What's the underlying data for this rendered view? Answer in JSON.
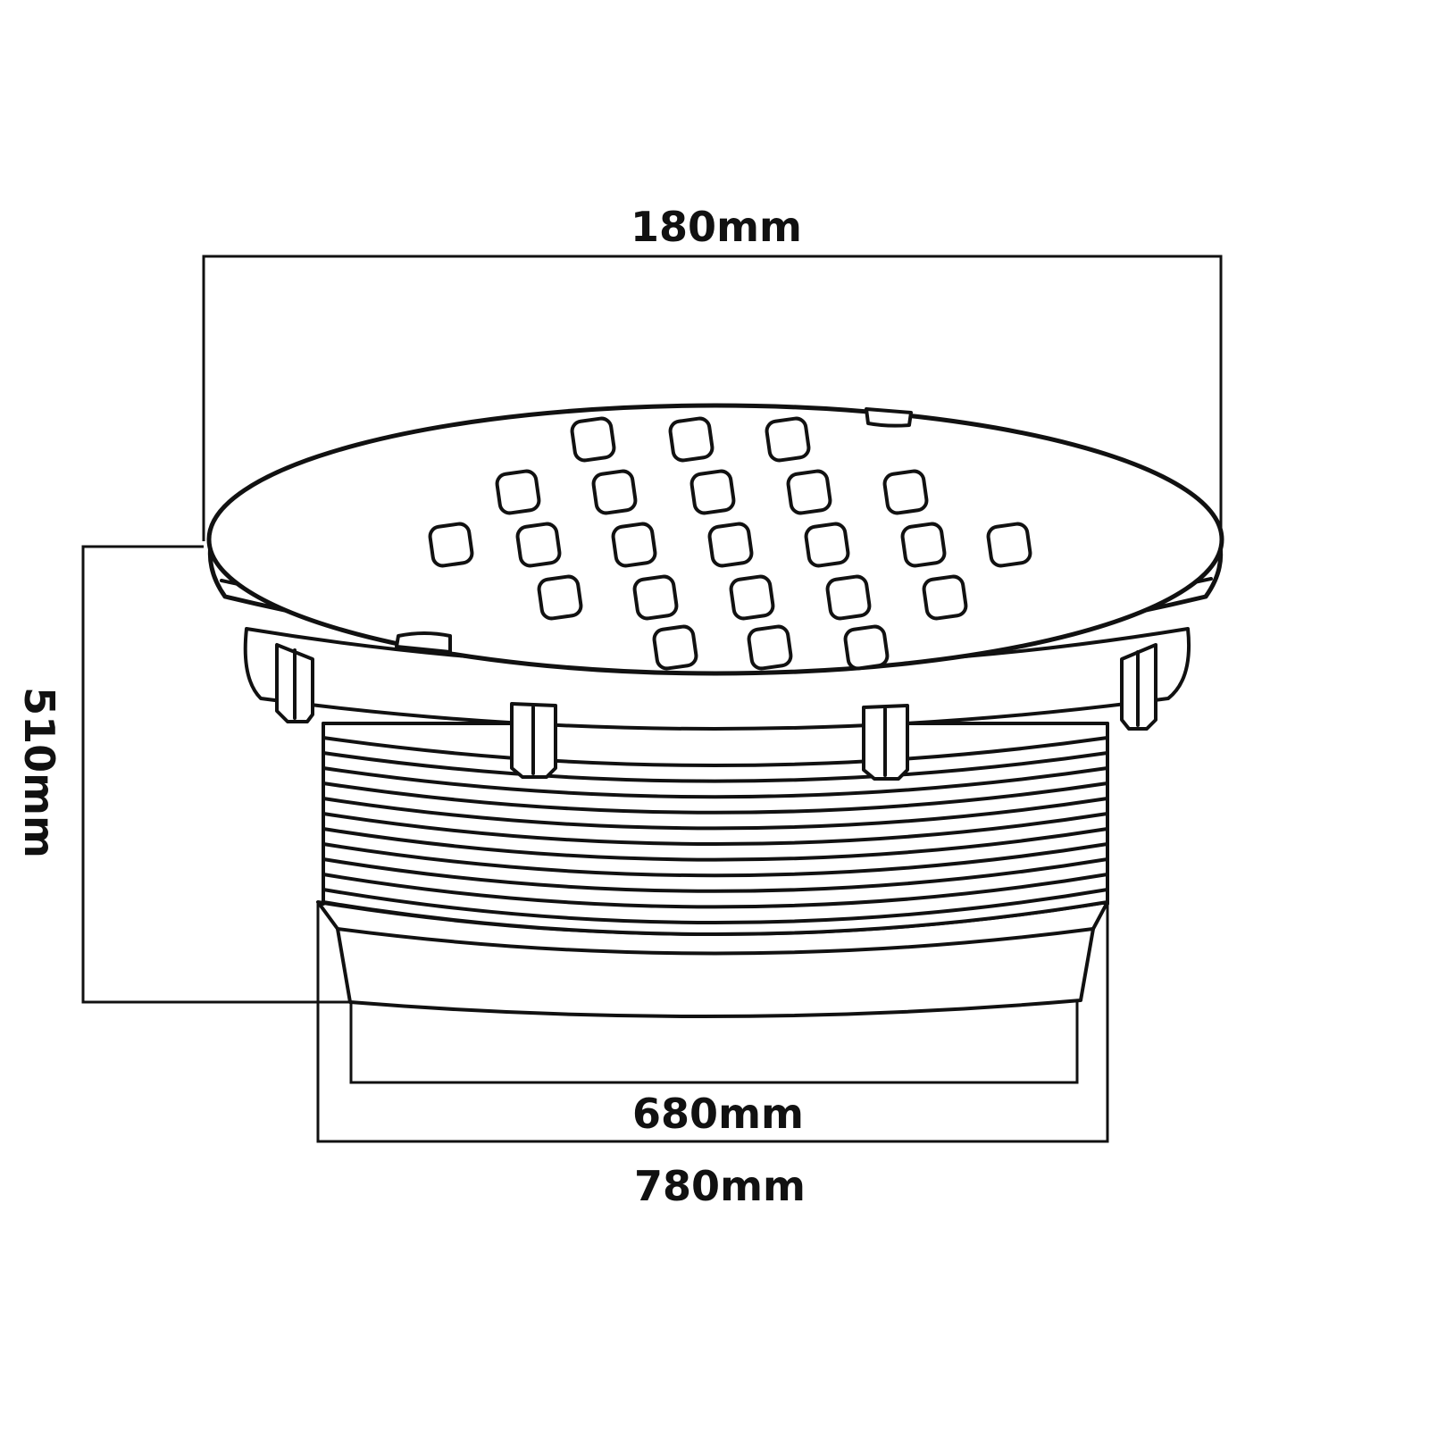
{
  "drawing": {
    "subject": "round-drain-grate",
    "line_color": "#111111",
    "background": "#ffffff"
  },
  "dimensions": {
    "top_width": "180mm",
    "height": "510mm",
    "inner_bottom_width": "680mm",
    "outer_bottom_width": "780mm"
  }
}
